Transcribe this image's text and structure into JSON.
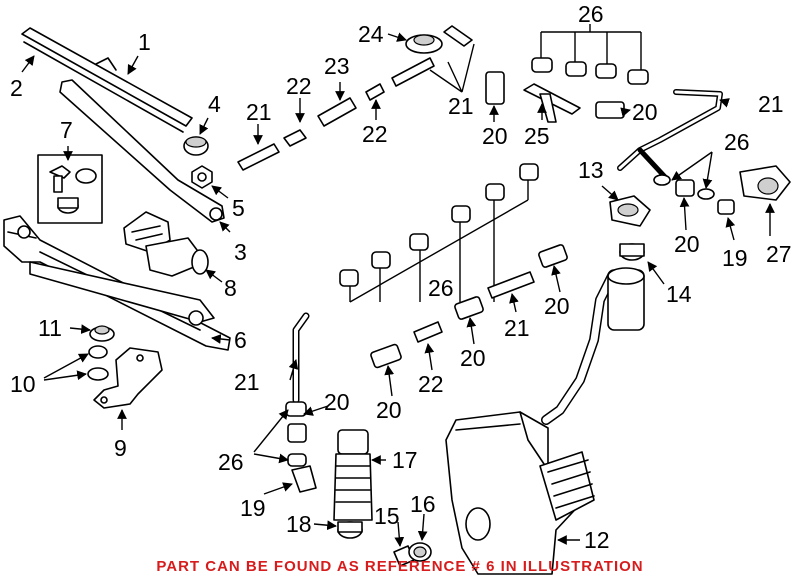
{
  "callouts": {
    "c1": "1",
    "c2": "2",
    "c3": "3",
    "c4": "4",
    "c5": "5",
    "c6": "6",
    "c7": "7",
    "c8": "8",
    "c9": "9",
    "c10": "10",
    "c11": "11",
    "c12": "12",
    "c13": "13",
    "c14": "14",
    "c15": "15",
    "c16": "16",
    "c17": "17",
    "c18": "18",
    "c19a": "19",
    "c19b": "19",
    "c20a": "20",
    "c20b": "20",
    "c20c": "20",
    "c20d": "20",
    "c20e": "20",
    "c20f": "20",
    "c20g": "20",
    "c21a": "21",
    "c21b": "21",
    "c21c": "21",
    "c21d": "21",
    "c21e": "21",
    "c22a": "22",
    "c22b": "22",
    "c22c": "22",
    "c23": "23",
    "c24": "24",
    "c25": "25",
    "c26a": "26",
    "c26b": "26",
    "c26c": "26",
    "c26d": "26",
    "c27": "27"
  },
  "footer_note": "PART CAN BE FOUND AS REFERENCE # 6 IN ILLUSTRATION",
  "colors": {
    "note": "#d61c1c",
    "line": "#000000"
  }
}
